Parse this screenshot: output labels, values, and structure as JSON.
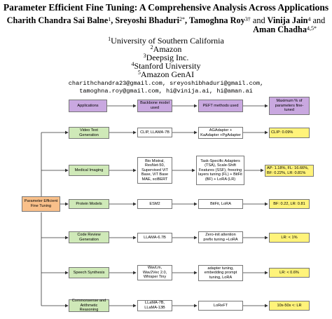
{
  "paper": {
    "title": "Parameter Efficient Fine Tuning: A Comprehensive Analysis Across Applications",
    "authors_line1": [
      {
        "name": "Charith Chandra Sai Balne",
        "sup": "1"
      },
      {
        "name": "Sreyoshi Bhaduri",
        "sup": "2*"
      },
      {
        "name": "Tamoghna Roy",
        "sup": "3†"
      },
      {
        "name": "Vinija Jain",
        "sup": "4"
      }
    ],
    "authors_and": "and",
    "authors_line2": {
      "name": "Aman Chadha",
      "sup": "4,5*"
    },
    "affiliations": [
      {
        "sup": "1",
        "name": "University of Southern California"
      },
      {
        "sup": "2",
        "name": "Amazon"
      },
      {
        "sup": "3",
        "name": "Deepsig Inc."
      },
      {
        "sup": "4",
        "name": "Stanford University"
      },
      {
        "sup": "5",
        "name": "Amazon GenAI"
      }
    ],
    "emails_line1": "charithchandra23@gmail.com, sreyoshibhaduri@gmail.com,",
    "emails_line2": "tamoghna.roy@gmail.com, hi@vinija.ai, hi@aman.ai"
  },
  "diagram": {
    "root": "Parameter Efficient Fine Tuning",
    "headers": {
      "applications": "Applications",
      "backbone": "Backbone model used",
      "peft": "PEFT methods used",
      "result": "Maximum % of parameters fine-tuned"
    },
    "rows": [
      {
        "application": "Video Text Generation",
        "backbone": "CLIP, LLAMA-7B",
        "peft": "AGAdapter + KaAdapter +PgAdapter",
        "result": "CLIP: 0.09%"
      },
      {
        "application": "Medical Imaging",
        "backbone": "Bio Mistral, ResNet-50, Supervised ViT Base, ViT Base MAE, sciBERT",
        "peft": "Task-Specific Adapters (TSA), Scale-Shift Features (SSF), freezing layers tuning (FL) + BitFit (BF) + LoRA (LR)",
        "result": "AP: 1.18%, FL: 16.66%, BF: 0.22%, LR: 0.81%"
      },
      {
        "application": "Protein Models",
        "backbone": "ESM2",
        "peft": "BitFit, LoRA",
        "result": "BF: 0.22, LR: 0.81"
      },
      {
        "application": "Code Review Generation",
        "backbone": "LLAMA-6.7B",
        "peft": "Zero-init attention prefix tuning +LoRA",
        "result": "LR: < 1%"
      },
      {
        "application": "Speech Synthesis",
        "backbone": "WavLm, Wav2Vec 2.0, Whisper Tiny",
        "peft": "adapter tuning, embedding prompt tuning, LoRA",
        "result": "LR: < 0.6%"
      },
      {
        "application": "Commonsense and Arithmetic Reasoning",
        "backbone": "LLaMA-7B, LLaMA-13B",
        "peft": "LoReFT",
        "result": "10x-50x <: LR"
      }
    ]
  }
}
